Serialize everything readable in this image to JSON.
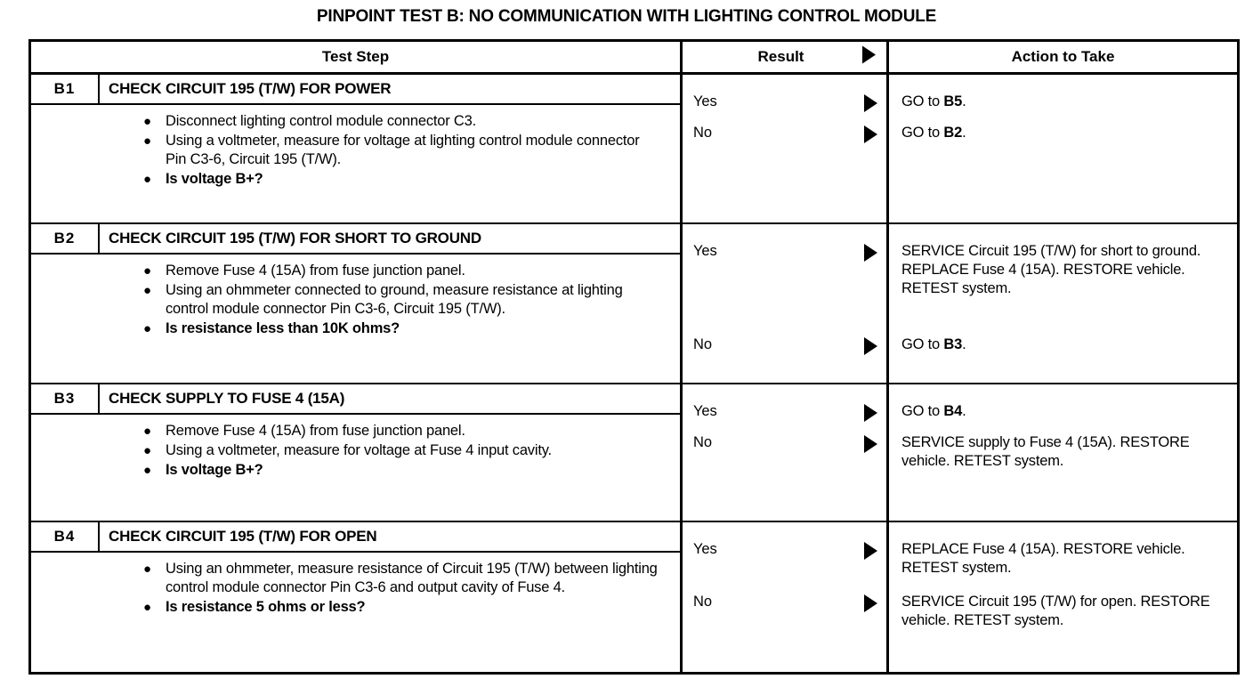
{
  "title": "PINPOINT TEST B: NO COMMUNICATION WITH LIGHTING CONTROL MODULE",
  "table": {
    "headers": {
      "test_step": "Test Step",
      "result": "Result",
      "action": "Action to Take",
      "result_arrow_icon": "right-triangle-icon"
    },
    "steps": [
      {
        "id": "B1",
        "title": "CHECK CIRCUIT 195 (T/W) FOR POWER",
        "items": [
          {
            "text": "Disconnect lighting control module connector C3.",
            "bold": false
          },
          {
            "text": "Using a voltmeter, measure for voltage at lighting control module connector Pin C3-6, Circuit 195 (T/W).",
            "bold": false
          },
          {
            "text": "Is voltage B+?",
            "bold": true
          }
        ],
        "results": [
          {
            "label": "Yes",
            "action_prefix": "GO to ",
            "action_bold": "B5",
            "action_suffix": "."
          },
          {
            "label": "No",
            "action_prefix": "GO to ",
            "action_bold": "B2",
            "action_suffix": "."
          }
        ]
      },
      {
        "id": "B2",
        "title": "CHECK CIRCUIT 195 (T/W) FOR SHORT TO GROUND",
        "items": [
          {
            "text": "Remove Fuse 4 (15A) from fuse junction panel.",
            "bold": false
          },
          {
            "text": "Using an ohmmeter connected to ground, measure resistance at lighting control module connector Pin C3-6, Circuit 195 (T/W).",
            "bold": false
          },
          {
            "text": "Is resistance less than 10K ohms?",
            "bold": true
          }
        ],
        "results": [
          {
            "label": "Yes",
            "action_prefix": "SERVICE Circuit 195 (T/W) for short to ground. REPLACE Fuse 4 (15A). RESTORE vehicle. RETEST system.",
            "action_bold": "",
            "action_suffix": ""
          },
          {
            "label": "No",
            "action_prefix": "GO to ",
            "action_bold": "B3",
            "action_suffix": "."
          }
        ]
      },
      {
        "id": "B3",
        "title": "CHECK SUPPLY TO FUSE 4 (15A)",
        "items": [
          {
            "text": "Remove Fuse 4 (15A) from fuse junction panel.",
            "bold": false
          },
          {
            "text": "Using a voltmeter, measure for voltage at Fuse 4 input cavity.",
            "bold": false
          },
          {
            "text": "Is voltage B+?",
            "bold": true
          }
        ],
        "results": [
          {
            "label": "Yes",
            "action_prefix": "GO to ",
            "action_bold": "B4",
            "action_suffix": "."
          },
          {
            "label": "No",
            "action_prefix": "SERVICE supply to Fuse 4 (15A). RESTORE vehicle. RETEST system.",
            "action_bold": "",
            "action_suffix": ""
          }
        ]
      },
      {
        "id": "B4",
        "title": "CHECK CIRCUIT 195 (T/W) FOR OPEN",
        "items": [
          {
            "text": "Using an ohmmeter, measure resistance of Circuit 195 (T/W) between lighting control module connector Pin C3-6 and output cavity of Fuse 4.",
            "bold": false
          },
          {
            "text": "Is resistance 5 ohms or less?",
            "bold": true
          }
        ],
        "results": [
          {
            "label": "Yes",
            "action_prefix": "REPLACE Fuse 4 (15A). RESTORE vehicle. RETEST system.",
            "action_bold": "",
            "action_suffix": ""
          },
          {
            "label": "No",
            "action_prefix": "SERVICE Circuit 195 (T/W) for open. RESTORE vehicle. RETEST system.",
            "action_bold": "",
            "action_suffix": ""
          }
        ]
      }
    ]
  }
}
